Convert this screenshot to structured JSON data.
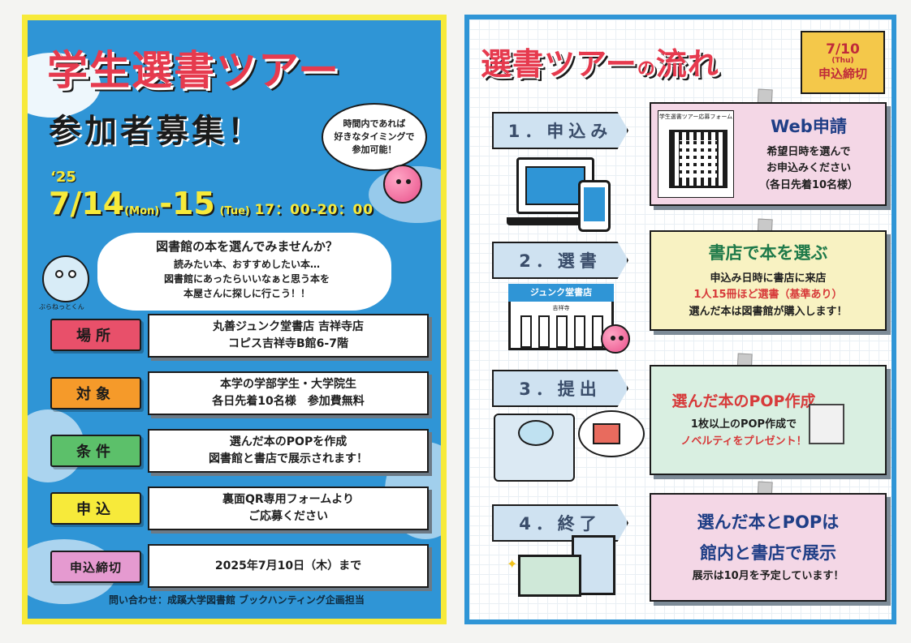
{
  "left": {
    "title": "学生選書ツアー",
    "subtitle": "参加者募集！",
    "bubble": [
      "時間内であれば",
      "好きなタイミングで",
      "参加可能！"
    ],
    "year": "‘25",
    "date_main": "7/14",
    "date_mon": "(Mon)",
    "date_dash": "-15",
    "date_tue": "(Tue)",
    "time": "17：00-20：00",
    "invite_q": "図書館の本を選んでみませんか？",
    "invite_lines": [
      "読みたい本、おすすめしたい本…",
      "図書館にあったらいいなぁと思う本を",
      "本屋さんに探しに行こう！！"
    ],
    "balloon_caption": "ぶらねっとくん",
    "rows": [
      {
        "label": "場所",
        "color": "#e8506a",
        "line1": "丸善ジュンク堂書店 吉祥寺店",
        "line2": "コピス吉祥寺B館6-7階"
      },
      {
        "label": "対象",
        "color": "#f59a2a",
        "line1": "本学の学部学生・大学院生",
        "line2": "各日先着10名様　参加費無料"
      },
      {
        "label": "条件",
        "color": "#5cc06a",
        "line1": "選んだ本のPOPを作成",
        "line2": "図書館と書店で展示されます！"
      },
      {
        "label": "申込",
        "color": "#f7ea3a",
        "line1": "裏面QR専用フォームより",
        "line2": "ご応募ください"
      },
      {
        "label": "申込締切",
        "color": "#e59ad0",
        "line1": "2025年7月10日（木）まで",
        "line2": ""
      }
    ],
    "contact": "問い合わせ：成蹊大学図書館 ブックハンティング企画担当"
  },
  "right": {
    "title": "選書ツアー",
    "title_no": "の",
    "title_end": "流れ",
    "deadline_date": "7/10",
    "deadline_day": "(Thu)",
    "deadline_label": "申込締切",
    "steps": [
      {
        "tab": "1．申込み",
        "heading": "Web申請",
        "lines": [
          "希望日時を選んで",
          "お申込みください",
          "（各日先着10名様）"
        ],
        "bg": "#f4d7e6"
      },
      {
        "tab": "2．選書",
        "heading": "書店で本を選ぶ",
        "lines": [
          "申込み日時に書店に来店",
          "1人15冊ほど選書（基準あり）",
          "選んだ本は図書館が購入します！"
        ],
        "bg": "#f8f2c2"
      },
      {
        "tab": "3．提出",
        "heading": "選んだ本のPOP作成",
        "lines": [
          "1枚以上のPOP作成で",
          "ノベルティをプレゼント！"
        ],
        "bg": "#d9efe1"
      },
      {
        "tab": "4．終了",
        "heading": "選んだ本とPOPは",
        "lines": [
          "館内と書店で展示",
          "展示は10月を予定しています！"
        ],
        "bg": "#f4d7e6"
      }
    ],
    "qr_caption": "学生選書ツアー応募フォーム",
    "shop_sign": "ジュンク堂書店",
    "shop_sub": "吉祥寺"
  },
  "colors": {
    "blue": "#2f95d6",
    "yellow": "#f7ea3a",
    "red": "#e63a4e"
  }
}
